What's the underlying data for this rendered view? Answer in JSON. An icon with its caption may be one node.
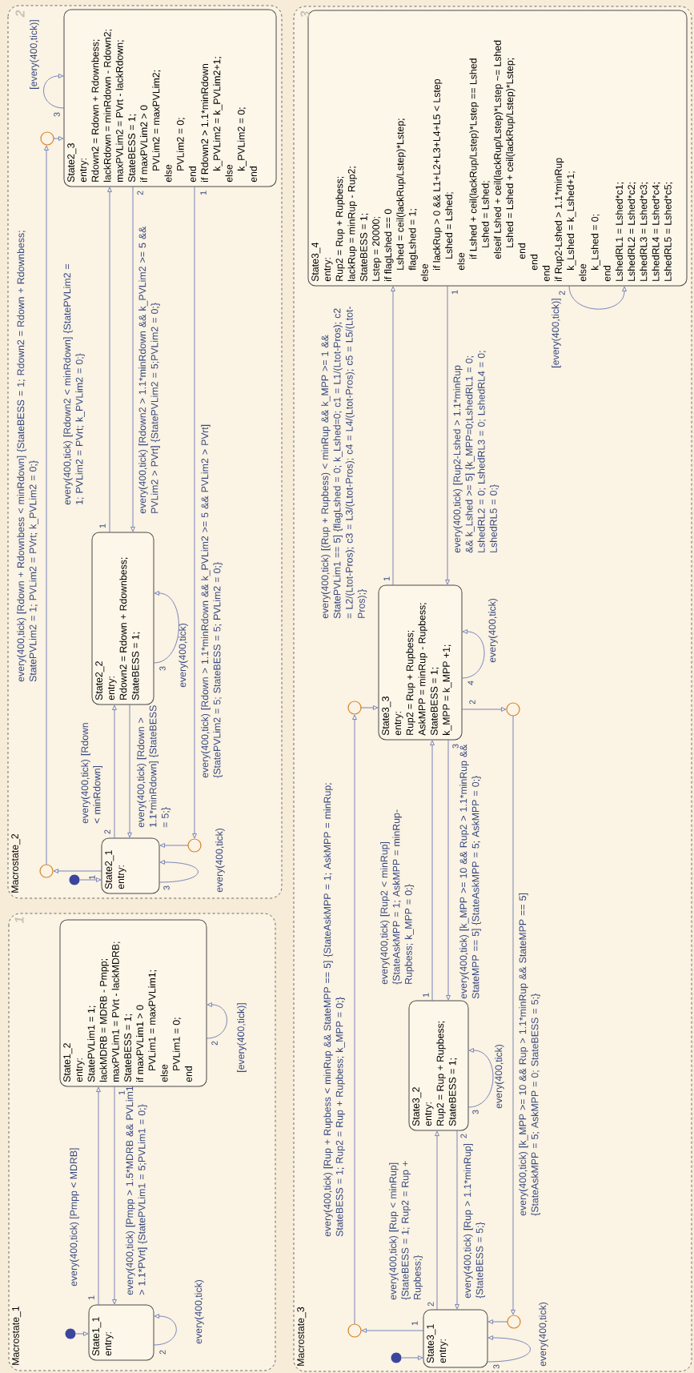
{
  "diagram": {
    "nodes": [
      {
        "text": [
          "Macrostate_1"
        ]
      },
      {
        "text": [],
        "shape": "dot",
        "in": 0
      },
      {
        "text": [
          "State1_1",
          "entry:"
        ],
        "in": 0
      },
      {
        "text": [
          "State1_2",
          "entry:",
          "StatePVLim1 = 1;",
          "lackMDRB = MDRB - Pmpp;",
          "maxPVLim1 = PVrt - lackMDRB;",
          "StateBESS = 1;",
          "if maxPVLim1 > 0",
          "PVLim1 = maxPVLim1;",
          "else",
          "PVLim1 = 0;",
          "end"
        ],
        "in": 0
      },
      {
        "text": [
          "Macrostate_2"
        ]
      },
      {
        "text": [],
        "shape": "dot",
        "in": 4
      },
      {
        "text": [],
        "shape": "circle",
        "in": 4
      },
      {
        "text": [
          "State2_1",
          "entry:"
        ],
        "in": 4
      },
      {
        "text": [],
        "shape": "circle",
        "in": 4
      },
      {
        "text": [
          "State2_2",
          "entry:",
          "Rdown2 = Rdown + Rdownbess;",
          "StateBESS = 1;"
        ],
        "in": 4
      },
      {
        "text": [],
        "shape": "circle",
        "in": 4
      },
      {
        "text": [
          "State2_3",
          "entry:",
          "Rdown2 = Rdown + Rdownbess;",
          "lackRdown = minRdown - Rdown2;",
          "maxPVLim2 = PVrt - lackRdown;",
          "StateBESS = 1;",
          "if maxPVLim2 > 0",
          "PVLim2 = maxPVLim2;",
          "else",
          "PVLim2 = 0;",
          "end",
          "if Rdown2 > 1.1*minRdown",
          "k_PVLim2 = k_PVLim2+1;",
          "else",
          "k_PVLim2 = 0;",
          "end"
        ],
        "in": 4
      },
      {
        "text": [
          "Macrostate_3"
        ]
      },
      {
        "text": [],
        "shape": "dot",
        "in": 12
      },
      {
        "text": [
          "State3_1",
          "entry:"
        ],
        "in": 12
      },
      {
        "text": [],
        "shape": "circle",
        "in": 12
      },
      {
        "text": [],
        "shape": "circle",
        "in": 12
      },
      {
        "text": [
          "State3_2",
          "entry:",
          "Rup2 = Rup + Rupbess;",
          "StateBESS = 1;"
        ],
        "in": 12
      },
      {
        "text": [],
        "shape": "circle",
        "in": 12
      },
      {
        "text": [],
        "shape": "circle",
        "in": 12
      },
      {
        "text": [
          "State3_3",
          "entry:",
          "Rup2 = Rup + Rupbess;",
          "AskMPP = minRup - Rupbess;",
          "StateBESS = 1;",
          "k_MPP = k_MPP +1;"
        ],
        "in": 12
      },
      {
        "text": [
          "State3_4",
          "entry:",
          "Rup2 = Rup + Rupbess;",
          "lackRup = minRup - Rup2;",
          "StateBESS = 1;",
          "Lstep = 20000;",
          "if flagLshed == 0",
          "Lshed = ceil(lackRup/Lstep)*Lstep;",
          "flagLshed = 1;",
          "else",
          "if lackRup > 0 && L1+L2+L3+L4+L5 < Lstep",
          "Lshed = Lshed;",
          "else",
          "if Lshed + ceil(lackRup/Lstep)*Lstep == Lshed",
          "Lshed = Lshed;",
          "elseif Lshed + ceil(lackRup/Lstep)*Lstep ~= Lshed",
          "Lshed = Lshed + ceil(lackRup/Lstep)*Lstep;",
          "end",
          "end",
          "end",
          "if Rup2-Lshed > 1.1*minRup",
          "k_Lshed = k_Lshed+1;",
          "else",
          "k_Lshed = 0;",
          "end",
          "LshedRL1 = Lshed*c1;",
          "LshedRL2 = Lshed*c2;",
          "LshedRL3 = Lshed*c3;",
          "LshedRL4 = Lshed*c4;",
          "LshedRL5 = Lshed*c5;"
        ],
        "in": 12
      }
    ],
    "edges": [
      {
        "from": 1,
        "to": 2,
        "arrow": "to"
      },
      {
        "from": 2,
        "to": 3,
        "arrow": "to",
        "label": "every(400,tick) [Pmpp < MDRB]"
      },
      {
        "from": 3,
        "to": 2,
        "arrow": "to",
        "label": "every(400,tick) [Pmpp > 1.5*MDRB && PVLim1 > 1.1*PVrt] {StatePVLim1 = 5;PVLim1 = 0;}"
      },
      {
        "from": 2,
        "to": 2,
        "arrow": "to",
        "label": "every(400,tick)"
      },
      {
        "from": 3,
        "to": 3,
        "arrow": "to",
        "label": "[every(400,tick)]"
      },
      {
        "from": 5,
        "to": 7,
        "arrow": "to"
      },
      {
        "from": 7,
        "to": 6,
        "arrow": "to"
      },
      {
        "from": 6,
        "to": 10,
        "arrow": "to",
        "label": "every(400,tick) [Rdown + Rdownbess < minRdown] {StateBESS = 1; Rdown2 = Rdown + Rdownbess; StatePVLim2 = 1; PVLim2 = PVrt; k_PVLim2 = 0;}"
      },
      {
        "from": 10,
        "to": 11,
        "arrow": "to"
      },
      {
        "from": 7,
        "to": 9,
        "arrow": "to",
        "label": "every(400,tick) [Rdown < minRdown]"
      },
      {
        "from": 9,
        "to": 7,
        "arrow": "to",
        "label": "every(400,tick) [Rdown > 1.1*minRdown] {StateBESS = 5;}"
      },
      {
        "from": 7,
        "to": 7,
        "arrow": "to",
        "label": "every(400,tick)"
      },
      {
        "from": 11,
        "to": 8,
        "arrow": "to",
        "label": "every(400,tick) [Rdown > 1.1*minRdown && k_PVLim2 >= 5 && PVLim2 > PVrt] {StatePVLim2 = 5; StateBESS = 5; PVLim2 = 0;}"
      },
      {
        "from": 8,
        "to": 7,
        "arrow": "to"
      },
      {
        "from": 9,
        "to": 11,
        "arrow": "to",
        "label": "every(400,tick) [Rdown2 < minRdown] {StatePVLim2 = 1; PVLim2 = PVrt; k_PVLim2 = 0;}"
      },
      {
        "from": 11,
        "to": 9,
        "arrow": "to",
        "label": "every(400,tick) [Rdown2 > 1.1*minRdown && k_PVLim2 >= 5 && PVLim2 > PVrt] {StatePVLim2 = 5;PVLim2 = 0;}"
      },
      {
        "from": 9,
        "to": 9,
        "arrow": "to",
        "label": "every(400,tick)"
      },
      {
        "from": 11,
        "to": 11,
        "arrow": "to",
        "label": "[every(400,tick)]"
      },
      {
        "from": 13,
        "to": 14,
        "arrow": "to"
      },
      {
        "from": 14,
        "to": 15,
        "arrow": "to"
      },
      {
        "from": 15,
        "to": 18,
        "arrow": "to",
        "label": "every(400,tick) [Rup + Rupbess < minRup && StateMPP == 5] {StateAskMPP = 1; AskMPP = minRup; StateBESS = 1; Rup2 = Rup + Rupbess; k_MPP = 0;}"
      },
      {
        "from": 18,
        "to": 20,
        "arrow": "to"
      },
      {
        "from": 14,
        "to": 17,
        "arrow": "to",
        "label": "every(400,tick) [Rup < minRup] {StateBESS = 1; Rup2 = Rup + Rupbess;}"
      },
      {
        "from": 17,
        "to": 14,
        "arrow": "to",
        "label": "every(400,tick) [Rup > 1.1*minRup] {StateBESS = 5;}"
      },
      {
        "from": 14,
        "to": 14,
        "arrow": "to",
        "label": "every(400,tick)"
      },
      {
        "from": 16,
        "to": 14,
        "arrow": "to"
      },
      {
        "from": 19,
        "to": 16,
        "arrow": "to",
        "label": "every(400,tick) [k_MPP >= 10 && Rup > 1.1*minRup && StateMPP == 5] {StateAskMPP = 5; AskMPP = 0; StateBESS = 5;}"
      },
      {
        "from": 20,
        "to": 19,
        "arrow": "to"
      },
      {
        "from": 17,
        "to": 20,
        "arrow": "to",
        "label": "every(400,tick) [Rup2 < minRup] {StateAskMPP = 1; AskMPP = minRup-Rupbess; k_MPP = 0;}"
      },
      {
        "from": 20,
        "to": 17,
        "arrow": "to",
        "label": "every(400,tick) [k_MPP >= 10 && Rup2 > 1.1*minRup && StateMPP == 5] {StateAskMPP = 5; AskMPP = 0;}"
      },
      {
        "from": 17,
        "to": 17,
        "arrow": "to",
        "label": "every(400,tick)"
      },
      {
        "from": 20,
        "to": 20,
        "arrow": "to",
        "label": "every(400,tick)"
      },
      {
        "from": 20,
        "to": 21,
        "arrow": "to",
        "label": "every(400,tick) [(Rup + Rupbess) < minRup && k_MPP >= 1 && StatePVLim1 == 5] {flagLshed = 0; k_Lshed=0; c1 = L1/(Ltot-Pros); c2 = L2/(Ltot-Pros); c3 = L3/(Ltot-Pros); c4 = L4/(Ltot-Pros); c5 = L5/(Ltot-Pros);}"
      },
      {
        "from": 21,
        "to": 20,
        "arrow": "to",
        "label": "every(400,tick) [Rup2-Lshed > 1.1*minRup && k_Lshed >= 5] {k_MPP=0;LshedRL1 = 0; LshedRL2 = 0; LshedRL3 = 0; LshedRL4 = 0; LshedRL5 = 0;}"
      },
      {
        "from": 21,
        "to": 21,
        "arrow": "to",
        "label": "[every(400,tick)]"
      }
    ],
    "labels": [
      "1",
      "1",
      "2",
      "1",
      "2",
      "2",
      "1",
      "2",
      "3",
      "1",
      "3",
      "3",
      "2",
      "1",
      "3",
      "1",
      "2",
      "3",
      "1",
      "2",
      "3",
      "1",
      "4",
      "2",
      "3",
      "1",
      "2"
    ]
  }
}
